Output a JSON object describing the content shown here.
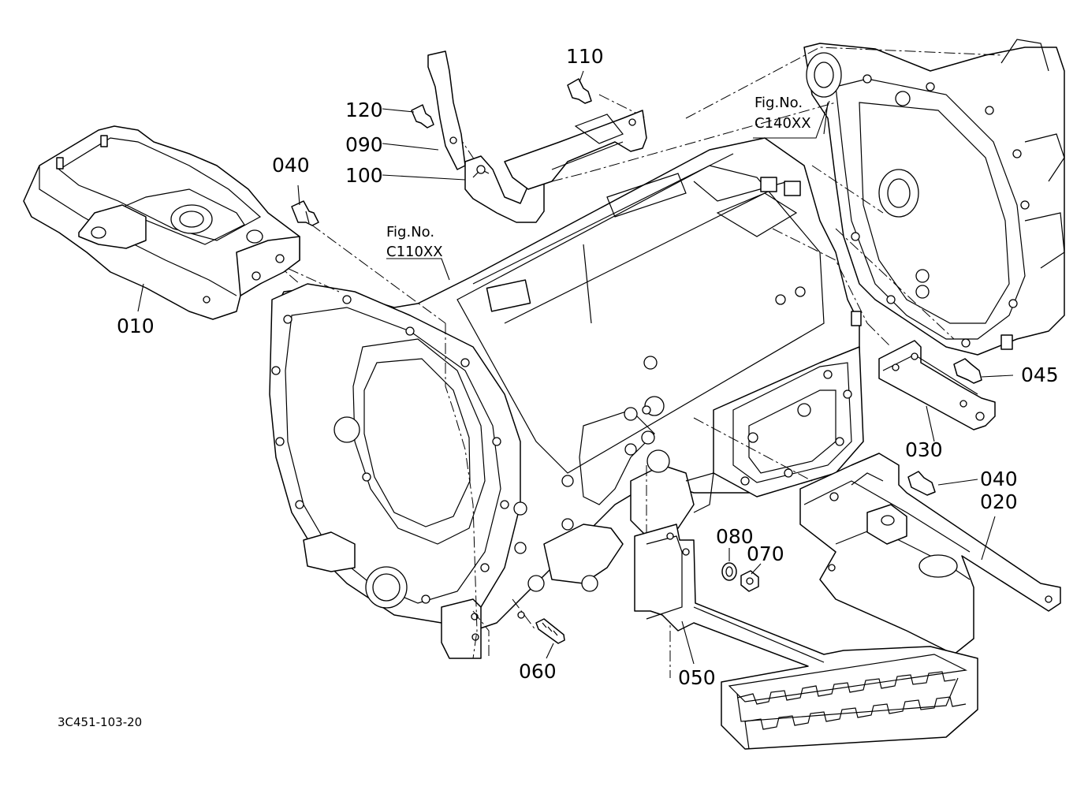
{
  "diagram": {
    "drawing_code": "3C451-103-20",
    "figure_refs": [
      {
        "line1": "Fig.No.",
        "line2": "C140XX"
      },
      {
        "line1": "Fig.No.",
        "line2": "C110XX"
      }
    ],
    "part_labels": {
      "p010": "010",
      "p020": "020",
      "p030": "030",
      "p040a": "040",
      "p040b": "040",
      "p045": "045",
      "p050": "050",
      "p060": "060",
      "p070": "070",
      "p080": "080",
      "p090": "090",
      "p100": "100",
      "p110": "110",
      "p120": "120"
    }
  }
}
